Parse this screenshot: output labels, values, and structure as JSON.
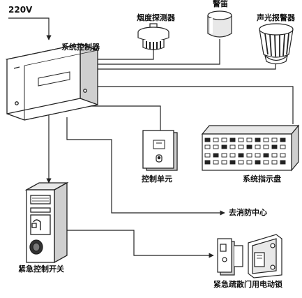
{
  "labels": {
    "power": "220V",
    "controller": "系统控制器",
    "smoke_detector": "烟度探测器",
    "top_device": "警笛",
    "sound_alarm": "声光报警器",
    "control_unit": "控制单元",
    "indicator_panel": "系统指示盘",
    "fire_center": "去消防中心",
    "emergency_switch": "紧急控制开关",
    "door_lock": "紧急疏散门用电动锁"
  },
  "colors": {
    "line": "#222222",
    "fill": "#ffffff",
    "shade": "#cfcfcf"
  }
}
